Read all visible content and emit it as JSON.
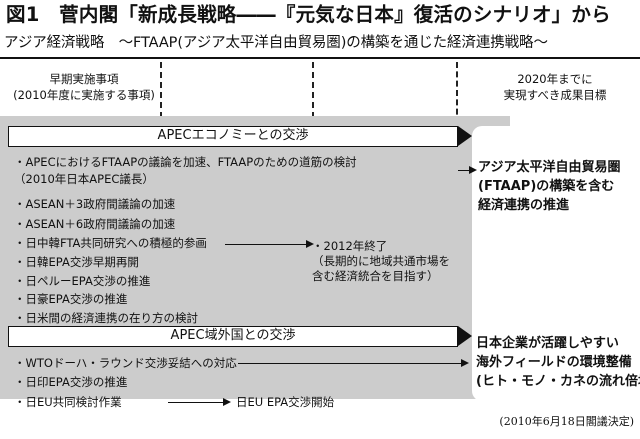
{
  "title": "図1　菅内閣「新成長戦略――『元気な日本』復活のシナリオ」から",
  "subtitle": "アジア経済戦略　～FTAAP(アジア太平洋自由貿易圏)の構築を通じた経済連携戦略～",
  "headers": {
    "left": [
      "早期実施事項",
      "(2010年度に実施する事項)"
    ],
    "right": [
      "2020年までに",
      "実現すべき成果目標"
    ]
  },
  "section1": {
    "bar_label": "APECエコノミーとの交渉",
    "items": [
      "・APECにおけるFTAAPの議論を加速、FTAAPのための道筋の検討",
      "（2010年日本APEC議長）",
      "・ASEAN＋3政府間議論の加速",
      "・ASEAN＋6政府間議論の加速",
      "・日中韓FTA共同研究への積極的参画",
      "・日韓EPA交渉早期再開",
      "・日ペルーEPA交渉の推進",
      "・日豪EPA交渉の推進",
      "・日米間の経済連携の在り方の検討"
    ],
    "result": [
      "・2012年終了",
      "（長期的に地域共通市場を",
      "含む経済統合を目指す）"
    ],
    "goal": [
      "アジア太平洋自由貿易圏",
      "(FTAAP)の構築を含む",
      "経済連携の推進"
    ]
  },
  "section2": {
    "bar_label": "APEC域外国との交渉",
    "items": [
      "・WTOドーハ・ラウンド交渉妥結への対応",
      "・日印EPA交渉の推進",
      "・日EU共同検討作業"
    ],
    "result": "日EU EPA交渉開始",
    "goal": [
      "日本企業が活躍しやすい",
      "海外フィールドの環境整備",
      "(ヒト・モノ・カネの流れ倍増)"
    ]
  },
  "footer": "(2010年6月18日閣議決定)",
  "colors": {
    "panel": "#cccccc",
    "ink": "#111111",
    "background": "#ffffff"
  }
}
